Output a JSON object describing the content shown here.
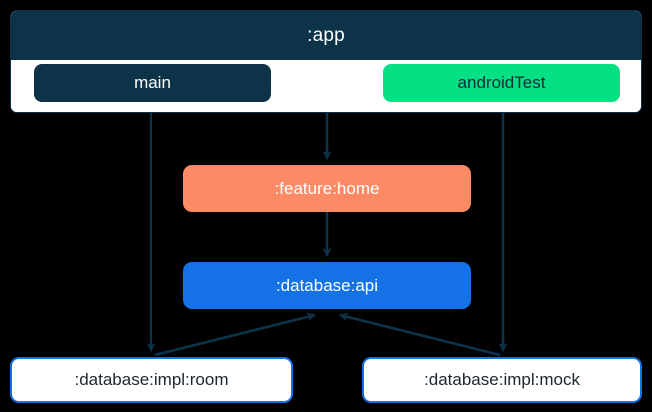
{
  "diagram": {
    "type": "dependency-graph",
    "title": ":app",
    "background_color": "#000000",
    "subgraph": {
      "label": ":app",
      "header_color": "#0d3349",
      "body_color": "#ffffff",
      "children": [
        {
          "id": "main",
          "label": "main",
          "fill": "#0d3349",
          "text_color": "#ffffff"
        },
        {
          "id": "androidTest",
          "label": "androidTest",
          "fill": "#06E084",
          "text_color": "#0d2b38"
        }
      ]
    },
    "nodes": [
      {
        "id": "feature-home",
        "label": ":feature:home",
        "fill": "#FC8A65",
        "text_color": "#ffffff"
      },
      {
        "id": "database-api",
        "label": ":database:api",
        "fill": "#1472E6",
        "text_color": "#ffffff"
      },
      {
        "id": "database-impl-room",
        "label": ":database:impl:room",
        "fill": "#ffffff",
        "border": "#1472E6",
        "text_color": "#1a2730"
      },
      {
        "id": "database-impl-mock",
        "label": ":database:impl:mock",
        "fill": "#ffffff",
        "border": "#1472E6",
        "text_color": "#1a2730"
      }
    ],
    "edges": [
      {
        "from": "main",
        "to": "database-impl-room"
      },
      {
        "from": ":app",
        "to": "feature-home"
      },
      {
        "from": "androidTest",
        "to": "database-impl-mock"
      },
      {
        "from": "feature-home",
        "to": "database-api"
      },
      {
        "from": "database-impl-room",
        "to": "database-api"
      },
      {
        "from": "database-impl-mock",
        "to": "database-api"
      }
    ],
    "edge_color": "#0d3349"
  }
}
